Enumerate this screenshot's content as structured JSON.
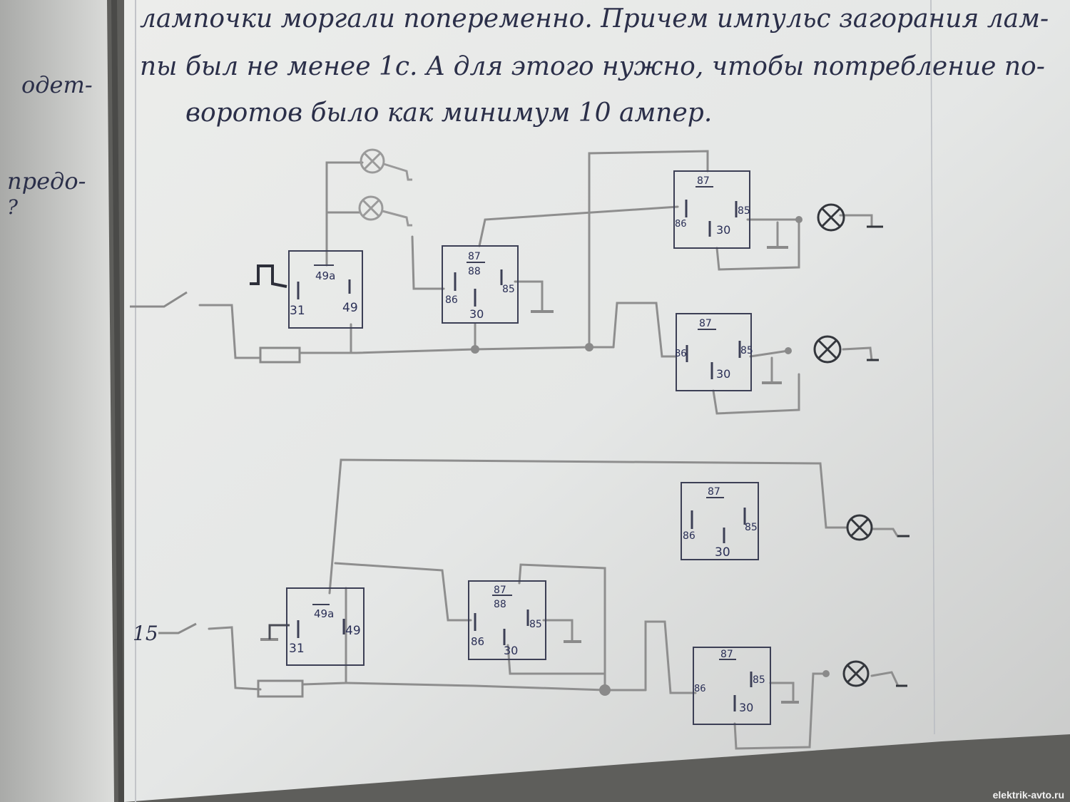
{
  "caption": {
    "lines": [
      "лампочки моргали попеременно. Причем импульс загорания лам-",
      "пы был не менее 1с. А для этого нужно, чтобы потребление по-",
      "воротов было как минимум 10 ампер."
    ]
  },
  "margin_notes": [
    "одет-",
    "предо-",
    "?"
  ],
  "relay_top_flasher": {
    "t1": "49a",
    "t2": "31",
    "t3": "49"
  },
  "relay_top_switch": {
    "t1": "87",
    "t2": "88",
    "t3": "86",
    "t4": "85",
    "t5": "30"
  },
  "relay_top_right_1": {
    "t1": "87",
    "t2": "86",
    "t3": "85",
    "t4": "30"
  },
  "relay_top_right_2": {
    "t1": "87",
    "t2": "86",
    "t3": "85",
    "t4": "30"
  },
  "relay_bottom_flasher": {
    "t1": "49a",
    "t2": "31",
    "t3": "49"
  },
  "relay_bottom_switch": {
    "t1": "87",
    "t2": "88",
    "t3": "86",
    "t4": "85",
    "t5": "30"
  },
  "relay_bottom_mid": {
    "t1": "87",
    "t2": "86",
    "t3": "85",
    "t4": "30"
  },
  "relay_bottom_right": {
    "t1": "87",
    "t2": "86",
    "t3": "85",
    "t4": "30"
  },
  "ignition_label": "15",
  "watermark": "elektrik-avto.ru"
}
